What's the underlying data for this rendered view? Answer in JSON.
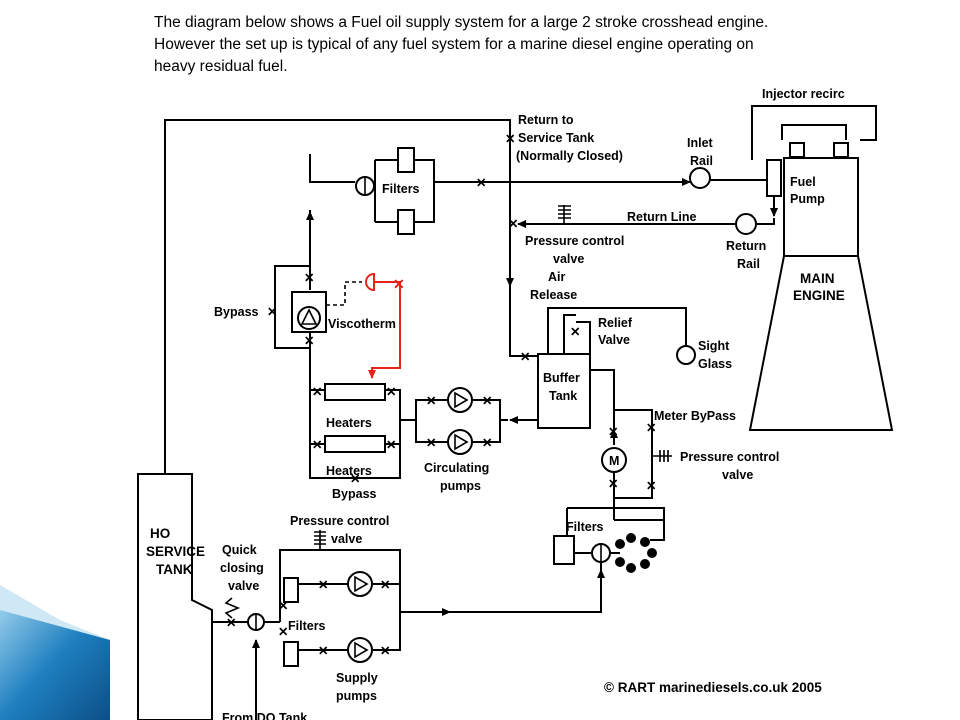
{
  "intro": {
    "line1": "The diagram below shows a Fuel oil supply system for a large 2 stroke crosshead engine.",
    "line2": "However the set up is typical of any fuel system for a marine diesel engine operating on",
    "line3": "heavy residual fuel."
  },
  "labels": {
    "injector_recirc": "Injector recirc",
    "return_to": "Return to",
    "service_tank": "Service Tank",
    "normally_closed": "(Normally Closed)",
    "inlet": "Inlet",
    "rail": "Rail",
    "fuel": "Fuel",
    "pump": "Pump",
    "filters_top": "Filters",
    "return_line": "Return Line",
    "return": "Return",
    "return_rail": "Rail",
    "pcv_top_1": "Pressure control",
    "pcv_top_2": "valve",
    "air": "Air",
    "release": "Release",
    "main": "MAIN",
    "engine": "ENGINE",
    "bypass_left": "Bypass",
    "viscotherm": "Viscotherm",
    "relief": "Relief",
    "valve": "Valve",
    "sight": "Sight",
    "glass": "Glass",
    "buffer": "Buffer",
    "tank": "Tank",
    "heaters_1": "Heaters",
    "heaters_2": "Heaters",
    "meter_bypass": "Meter ByPass",
    "m": "M",
    "pcv_mid_1": "Pressure control",
    "pcv_mid_2": "valve",
    "circulating": "Circulating",
    "pumps": "pumps",
    "bypass_bottom": "Bypass",
    "ho": "HO",
    "service": "SERVICE",
    "tank_ho": "TANK",
    "filters_right": "Filters",
    "pcv_bot_1": "Pressure control",
    "pcv_bot_2": "valve",
    "quick": "Quick",
    "closing": "closing",
    "qc_valve": "valve",
    "filters_bottom": "Filters",
    "supply": "Supply",
    "supply_pumps": "pumps",
    "from_do_tank": "From DO Tank",
    "copyright": "© RART marinediesels.co.uk 2005"
  },
  "colors": {
    "accent_red": "#e8231a",
    "slide_blue": "#1e7fc0"
  }
}
